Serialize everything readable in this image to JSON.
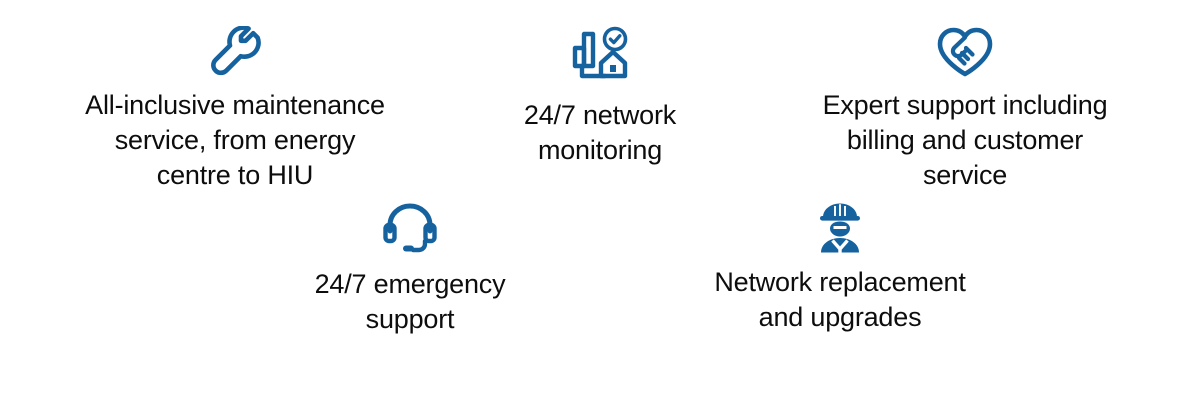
{
  "theme": {
    "background": "#ffffff",
    "icon_color": "#15629F",
    "text_color": "#0d0d0d"
  },
  "features": {
    "top_row": [
      {
        "icon": "wrench-icon",
        "label": "All-inclusive maintenance\nservice, from energy\ncentre to HIU"
      },
      {
        "icon": "network-monitoring-icon",
        "label": "24/7 network\nmonitoring"
      },
      {
        "icon": "handshake-heart-icon",
        "label": "Expert support including\nbilling and customer\nservice"
      }
    ],
    "bottom_row": [
      {
        "icon": "headset-icon",
        "label": "24/7 emergency\nsupport"
      },
      {
        "icon": "construction-worker-icon",
        "label": "Network replacement\nand upgrades"
      }
    ]
  }
}
